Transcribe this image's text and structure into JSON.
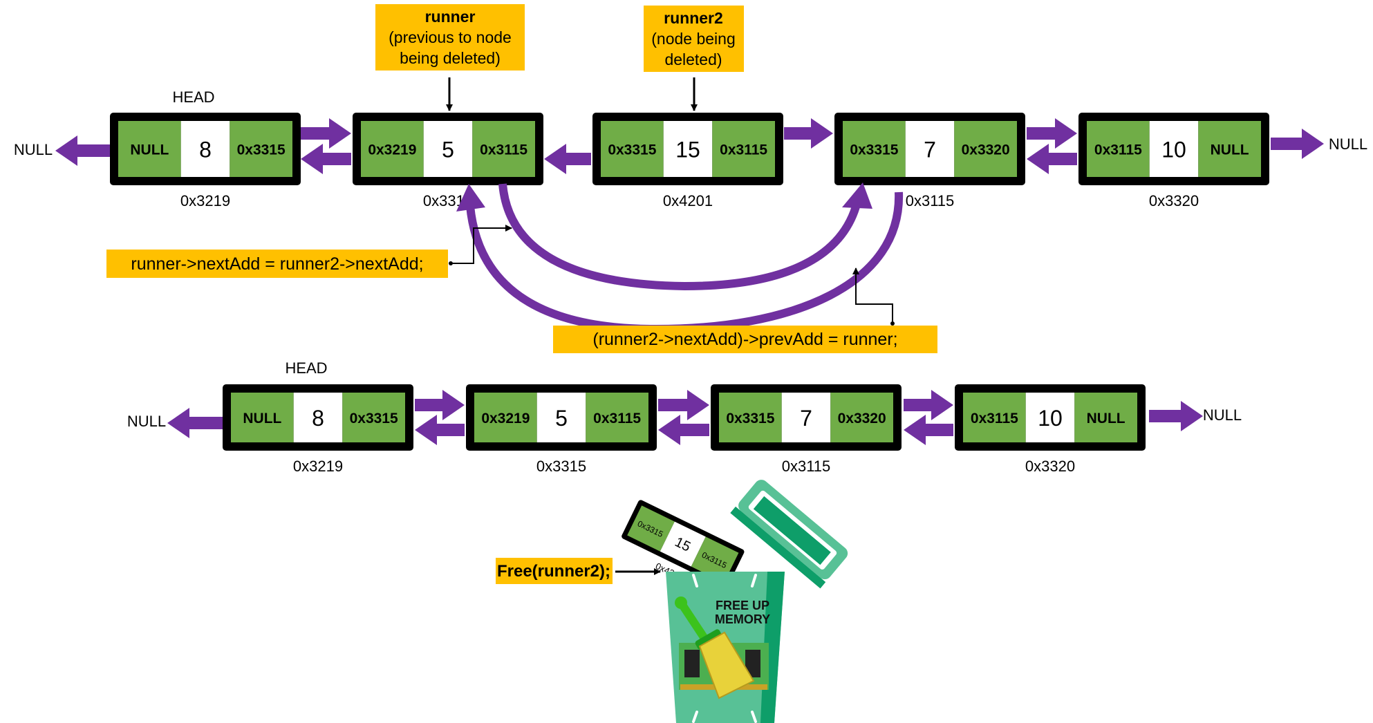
{
  "colors": {
    "pointer_cell": "#70AD47",
    "value_cell": "#FFFFFF",
    "node_border": "#000000",
    "link_arrow": "#7030A0",
    "callout": "#FFC000",
    "trash": "#58C196",
    "trash_dark": "#0E9E69"
  },
  "callouts": {
    "runner": {
      "title": "runner",
      "line1": "(previous to node",
      "line2": "being deleted)"
    },
    "runner2": {
      "title": "runner2",
      "line1": "(node being",
      "line2": "deleted)"
    }
  },
  "before": {
    "head_label": "HEAD",
    "left_null": "NULL",
    "right_null": "NULL",
    "nodes": [
      {
        "prev": "NULL",
        "value": "8",
        "next": "0x3315",
        "address": "0x3219"
      },
      {
        "prev": "0x3219",
        "value": "5",
        "next": "0x3115",
        "address": "0x3315"
      },
      {
        "prev": "0x3315",
        "value": "15",
        "next": "0x3115",
        "address": "0x4201"
      },
      {
        "prev": "0x3315",
        "value": "7",
        "next": "0x3320",
        "address": "0x3115"
      },
      {
        "prev": "0x3115",
        "value": "10",
        "next": "NULL",
        "address": "0x3320"
      }
    ]
  },
  "code": {
    "step1": "runner->nextAdd = runner2->nextAdd;",
    "step2": "(runner2->nextAdd)->prevAdd = runner;",
    "step3": "Free(runner2);"
  },
  "after": {
    "head_label": "HEAD",
    "left_null": "NULL",
    "right_null": "NULL",
    "nodes": [
      {
        "prev": "NULL",
        "value": "8",
        "next": "0x3315",
        "address": "0x3219"
      },
      {
        "prev": "0x3219",
        "value": "5",
        "next": "0x3115",
        "address": "0x3315"
      },
      {
        "prev": "0x3315",
        "value": "7",
        "next": "0x3320",
        "address": "0x3115"
      },
      {
        "prev": "0x3115",
        "value": "10",
        "next": "NULL",
        "address": "0x3320"
      }
    ]
  },
  "freed_node": {
    "prev": "0x3315",
    "value": "15",
    "next": "0x3115",
    "address": "0x4201"
  },
  "trash": {
    "line1": "FREE UP",
    "line2": "MEMORY"
  }
}
